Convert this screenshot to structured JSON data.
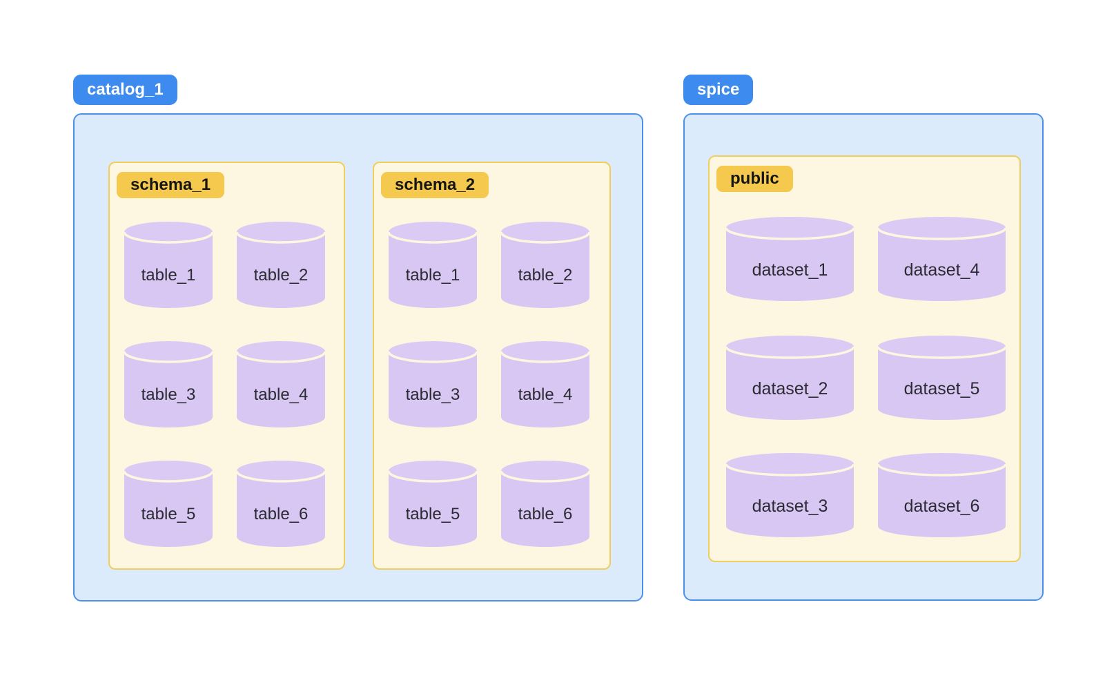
{
  "colors": {
    "badge_blue": "#3e8bef",
    "container_border_blue": "#4a90ea",
    "container_fill_blue": "#dcebfc",
    "section_border_yellow": "#eecf5e",
    "section_fill_cream": "#fdf6e0",
    "badge_yellow": "#f4c94e",
    "cylinder_purple": "#d8c7f2",
    "label_text": "#2b2b33"
  },
  "groups": [
    {
      "badge": "catalog_1",
      "sections": [
        {
          "badge": "schema_1",
          "items": [
            "table_1",
            "table_2",
            "table_3",
            "table_4",
            "table_5",
            "table_6"
          ]
        },
        {
          "badge": "schema_2",
          "items": [
            "table_1",
            "table_2",
            "table_3",
            "table_4",
            "table_5",
            "table_6"
          ]
        }
      ]
    },
    {
      "badge": "spice",
      "sections": [
        {
          "badge": "public",
          "items": [
            "dataset_1",
            "dataset_4",
            "dataset_2",
            "dataset_5",
            "dataset_3",
            "dataset_6"
          ]
        }
      ]
    }
  ]
}
